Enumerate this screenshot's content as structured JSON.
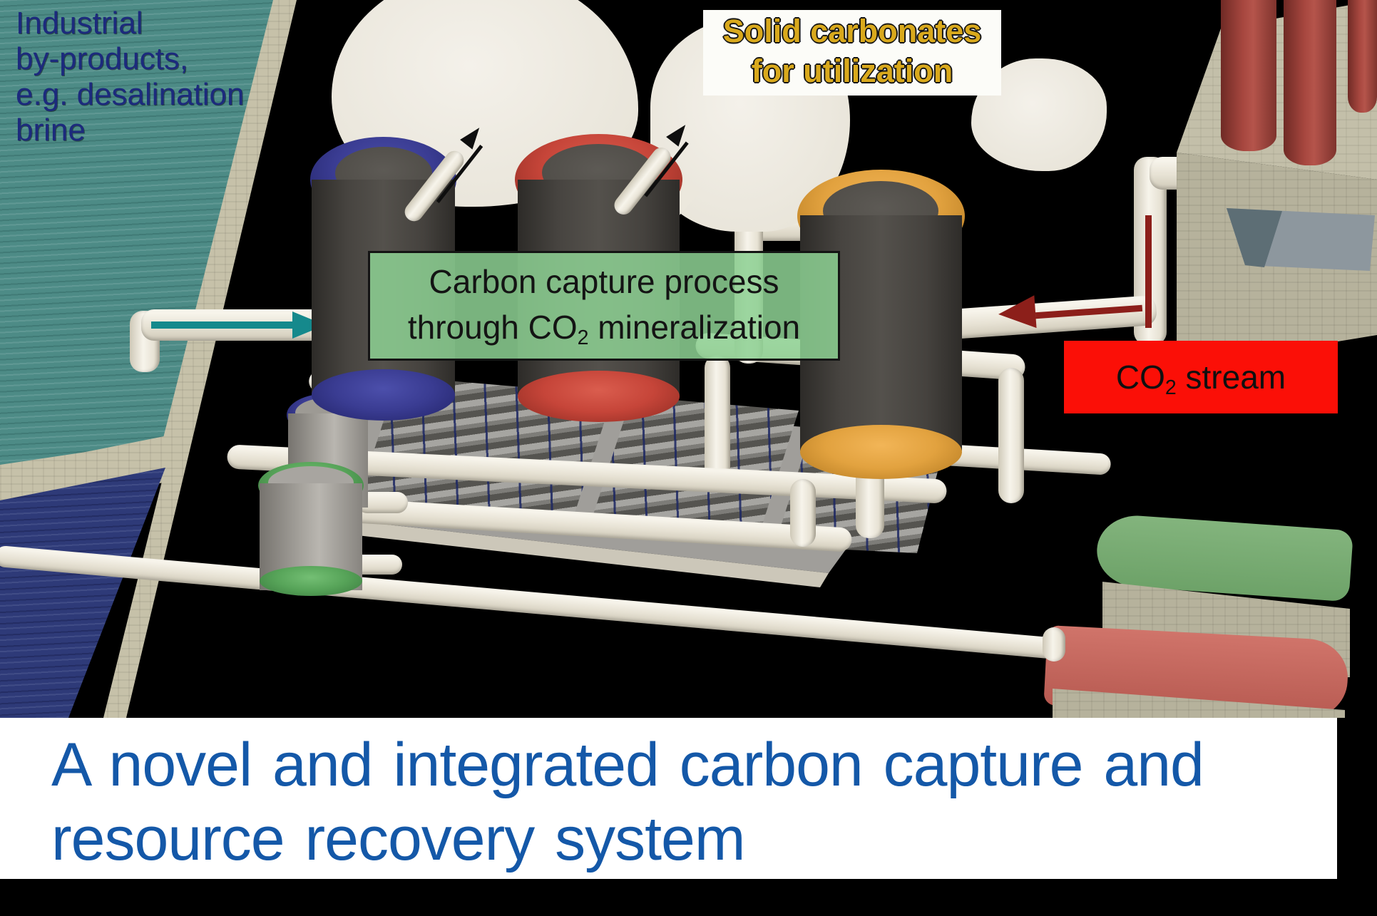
{
  "scene": {
    "caption": {
      "line1": "A novel and integrated carbon capture and",
      "line2": "resource recovery system"
    },
    "labels": {
      "byproducts": {
        "lines": [
          "Industrial",
          "by-products,",
          "e.g. desalination",
          "brine"
        ]
      },
      "solid_carbonates": {
        "line1": "Solid carbonates",
        "line2": "for utilization"
      },
      "process": {
        "line1": "Carbon capture process",
        "line2_pre": "through CO",
        "line2_sub": "2",
        "line2_post": " mineralization"
      },
      "co2_stream": {
        "pre": "CO",
        "sub": "2",
        "post": " stream"
      }
    },
    "icons": {
      "brine_flow_arrow": {
        "name": "right-arrow-icon",
        "color": "#15898c"
      },
      "co2_flow_arrow": {
        "name": "left-arrow-icon",
        "color": "#8c1f1a"
      },
      "vent_arrow_1": {
        "name": "up-right-arrow-icon",
        "color": "#0e0e0e"
      },
      "vent_arrow_2": {
        "name": "up-right-arrow-icon",
        "color": "#0e0e0e"
      }
    },
    "palette": {
      "background": "#000000",
      "teal_water": "#4d8b86",
      "deep_water": "#2e3a78",
      "sand": "#c6c1a9",
      "tank_top_blue": "#3a3c92",
      "tank_top_red": "#c64539",
      "tank_top_orange": "#e2a23f",
      "small_tank_green": "#57a459",
      "pipe_white": "#e9e4d6",
      "powder_white": "#efece3",
      "smokestack_red": "#a7473f",
      "roof_green": "#79ab74",
      "roof_red": "#c4645c",
      "process_label_bg": "#8dd193",
      "co2_label_bg": "#fb0f07",
      "caption_blue": "#1458a8",
      "carbonate_gold": "#d9a91c",
      "byproducts_navy": "#1c2a7d"
    }
  }
}
